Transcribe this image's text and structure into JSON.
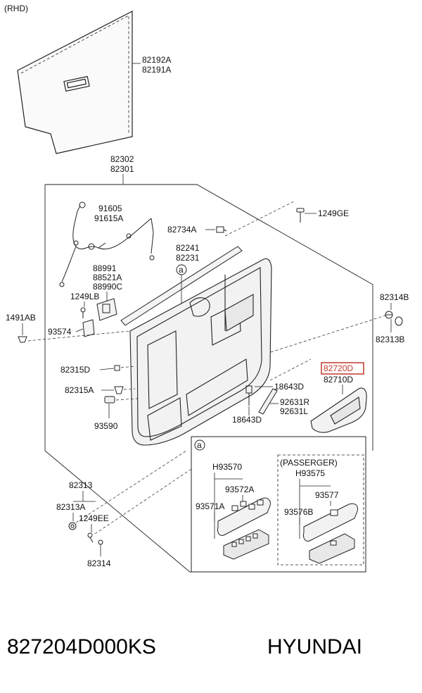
{
  "header": {
    "variant": "(RHD)"
  },
  "parts": {
    "p82192A": "82192A",
    "p82191A": "82191A",
    "p82302": "82302",
    "p82301": "82301",
    "p91605": "91605",
    "p91615A": "91615A",
    "p1249GE": "1249GE",
    "p82734A": "82734A",
    "p82241": "82241",
    "p82231": "82231",
    "p88991": "88991",
    "p88521A": "88521A",
    "p88990C": "88990C",
    "p1249LB": "1249LB",
    "p1491AB": "1491AB",
    "p93574": "93574",
    "p82314B": "82314B",
    "p82313B": "82313B",
    "p82315D": "82315D",
    "p82315A": "82315A",
    "p93590": "93590",
    "p82720D": "82720D",
    "p82710D": "82710D",
    "p18643D_top": "18643D",
    "p92631R": "92631R",
    "p92631L": "92631L",
    "p18643D_bottom": "18643D",
    "p82313": "82313",
    "p82313A": "82313A",
    "p1249EE": "1249EE",
    "p82314": "82314",
    "pH93570": "H93570",
    "p93572A": "93572A",
    "p93571A": "93571A",
    "pPASSERGER": "(PASSERGER)",
    "pH93575": "H93575",
    "p93577": "93577",
    "p93576B": "93576B"
  },
  "callouts": {
    "a_main": "a",
    "a_inset": "a"
  },
  "footer": {
    "part_number": "827204D000KS",
    "brand": "HYUNDAI"
  },
  "colors": {
    "highlight": "#c0392b",
    "line": "#222222"
  }
}
